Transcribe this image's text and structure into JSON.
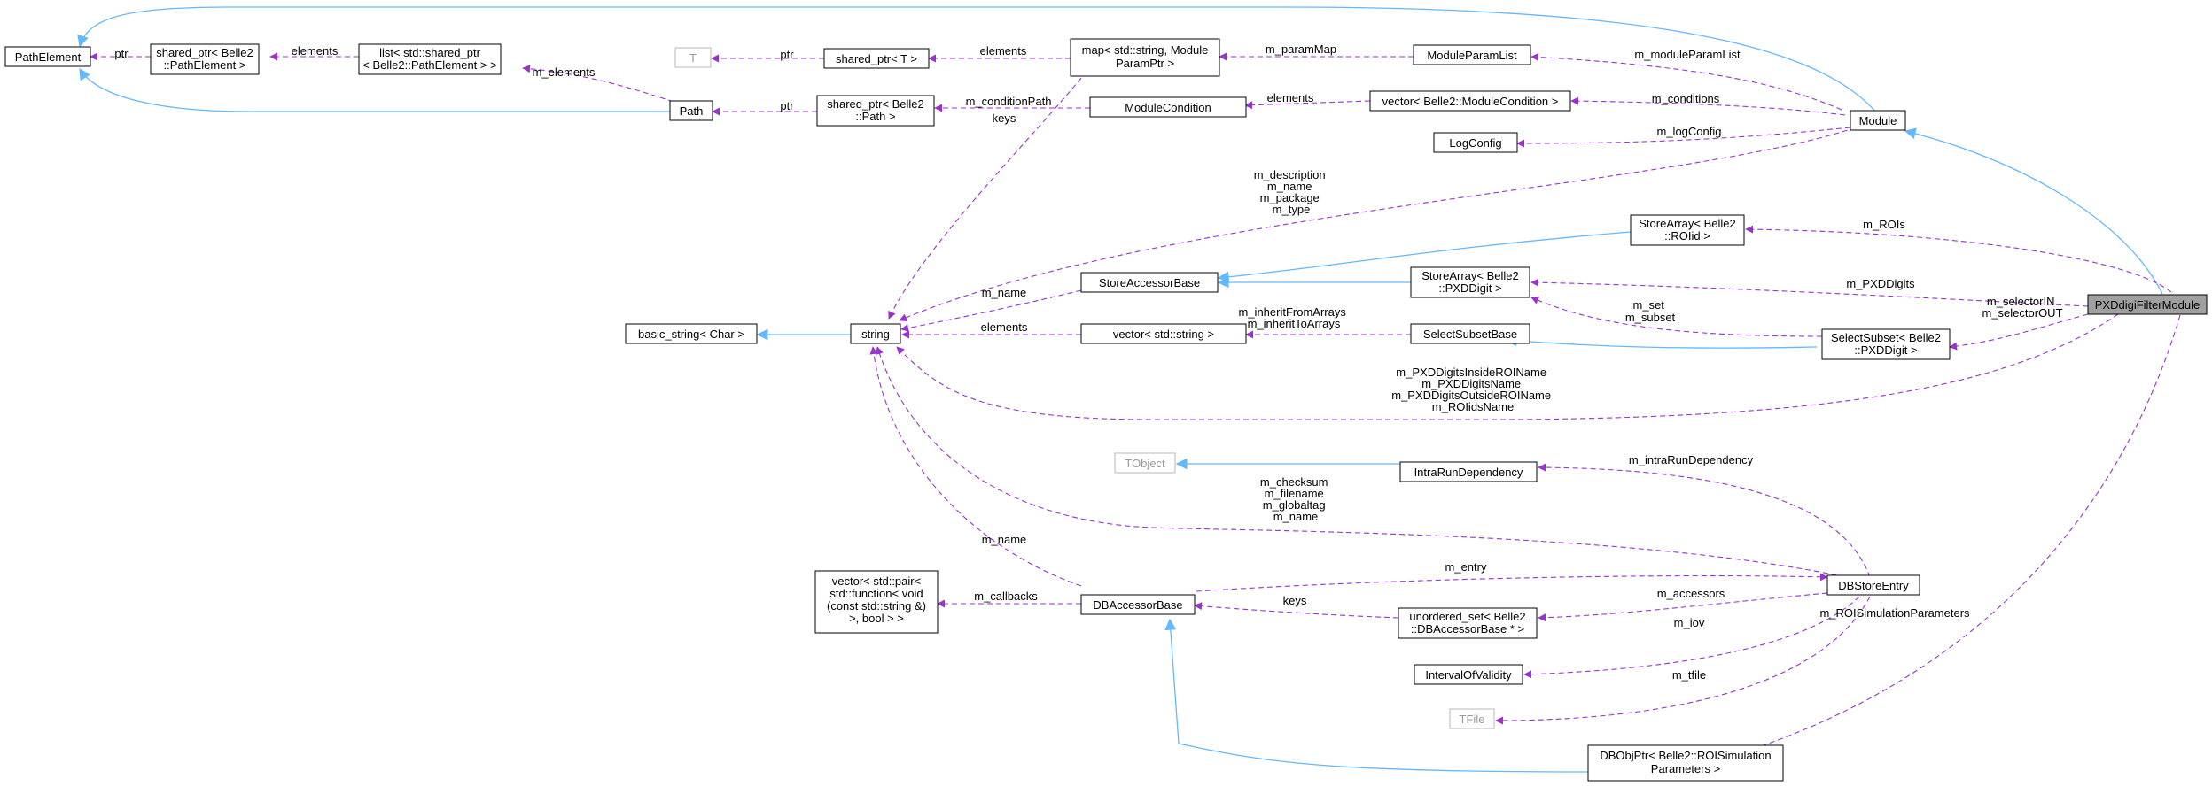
{
  "diagram": {
    "colors": {
      "usage_edge": "#9a32cd",
      "inheritance_edge": "#63b8ff",
      "highlight_fill": "#a0a0a0",
      "gray_text": "#9a9a9a"
    },
    "nodes": [
      {
        "id": "pathelement",
        "lines": [
          "PathElement"
        ]
      },
      {
        "id": "shptr_pathelement",
        "lines": [
          "shared_ptr< Belle2",
          "::PathElement >"
        ]
      },
      {
        "id": "list_shptr",
        "lines": [
          "list< std::shared_ptr",
          "< Belle2::PathElement > >"
        ]
      },
      {
        "id": "path",
        "lines": [
          "Path"
        ]
      },
      {
        "id": "t",
        "lines": [
          "T"
        ]
      },
      {
        "id": "shptr_t",
        "lines": [
          "shared_ptr< T >"
        ]
      },
      {
        "id": "map_param",
        "lines": [
          "map< std::string, Module",
          "ParamPtr >"
        ]
      },
      {
        "id": "shptr_path",
        "lines": [
          "shared_ptr< Belle2",
          "::Path >"
        ]
      },
      {
        "id": "modulecondition",
        "lines": [
          "ModuleCondition"
        ]
      },
      {
        "id": "moduleparamlist",
        "lines": [
          "ModuleParamList"
        ]
      },
      {
        "id": "vector_modcond",
        "lines": [
          "vector< Belle2::ModuleCondition >"
        ]
      },
      {
        "id": "logconfig",
        "lines": [
          "LogConfig"
        ]
      },
      {
        "id": "module",
        "lines": [
          "Module"
        ]
      },
      {
        "id": "storearray_roiid",
        "lines": [
          "StoreArray< Belle2",
          "::ROIid >"
        ]
      },
      {
        "id": "storeaccessorbase",
        "lines": [
          "StoreAccessorBase"
        ]
      },
      {
        "id": "storearray_pxddigit",
        "lines": [
          "StoreArray< Belle2",
          "::PXDDigit >"
        ]
      },
      {
        "id": "basic_string",
        "lines": [
          "basic_string< Char >"
        ]
      },
      {
        "id": "string",
        "lines": [
          "string"
        ]
      },
      {
        "id": "vector_string",
        "lines": [
          "vector< std::string >"
        ]
      },
      {
        "id": "selectsubsetbase",
        "lines": [
          "SelectSubsetBase"
        ]
      },
      {
        "id": "selectsubset",
        "lines": [
          "SelectSubset< Belle2",
          "::PXDDigit >"
        ]
      },
      {
        "id": "pxddigifiltermodule",
        "lines": [
          "PXDdigiFilterModule"
        ]
      },
      {
        "id": "tobject",
        "lines": [
          "TObject"
        ]
      },
      {
        "id": "intrarundependency",
        "lines": [
          "IntraRunDependency"
        ]
      },
      {
        "id": "vector_pair",
        "lines": [
          "vector< std::pair<",
          "std::function< void",
          "(const std::string &)",
          ">, bool > >"
        ]
      },
      {
        "id": "dbaccessorbase",
        "lines": [
          "DBAccessorBase"
        ]
      },
      {
        "id": "unordered_set",
        "lines": [
          "unordered_set< Belle2",
          "::DBAccessorBase * >"
        ]
      },
      {
        "id": "dbstoreentry",
        "lines": [
          "DBStoreEntry"
        ]
      },
      {
        "id": "intervalofvalidity",
        "lines": [
          "IntervalOfValidity"
        ]
      },
      {
        "id": "tfile",
        "lines": [
          "TFile"
        ]
      },
      {
        "id": "dbobjptr",
        "lines": [
          "DBObjPtr< Belle2::ROISimulation",
          "Parameters >"
        ]
      }
    ],
    "edges": [
      {
        "id": "pe_shptr",
        "label": [
          "ptr"
        ]
      },
      {
        "id": "shptr_list",
        "label": [
          "elements"
        ]
      },
      {
        "id": "list_path",
        "label": [
          "m_elements"
        ]
      },
      {
        "id": "t_shptrt",
        "label": [
          "ptr"
        ]
      },
      {
        "id": "shptrt_map",
        "label": [
          "elements"
        ]
      },
      {
        "id": "path_shptrpath",
        "label": [
          "ptr"
        ]
      },
      {
        "id": "shptrpath_modcond",
        "label": [
          "m_conditionPath"
        ]
      },
      {
        "id": "map_paramlist",
        "label": [
          "m_paramMap"
        ]
      },
      {
        "id": "modcond_vector",
        "label": [
          "elements"
        ]
      },
      {
        "id": "paramlist_module",
        "label": [
          "m_moduleParamList"
        ]
      },
      {
        "id": "vectormodcond_module",
        "label": [
          "m_conditions"
        ]
      },
      {
        "id": "logconfig_module",
        "label": [
          "m_logConfig"
        ]
      },
      {
        "id": "map_string",
        "label": [
          "keys"
        ]
      },
      {
        "id": "string_module",
        "label": [
          "m_description",
          "m_name",
          "m_package",
          "m_type"
        ]
      },
      {
        "id": "roiid_filter",
        "label": [
          "m_ROIs"
        ]
      },
      {
        "id": "pxddigit_filter",
        "label": [
          "m_PXDDigits"
        ]
      },
      {
        "id": "string_storeaccessor",
        "label": [
          "m_name"
        ]
      },
      {
        "id": "string_vectorstring",
        "label": [
          "elements"
        ]
      },
      {
        "id": "vectorstring_selectbase",
        "label": [
          "m_inheritFromArrays",
          "m_inheritToArrays"
        ]
      },
      {
        "id": "pxddigit_selectsubset",
        "label": [
          "m_set",
          "m_subset"
        ]
      },
      {
        "id": "selectsubset_filter",
        "label": [
          "m_selectorIN",
          "m_selectorOUT"
        ]
      },
      {
        "id": "string_filter",
        "label": [
          "m_PXDDigitsInsideROIName",
          "m_PXDDigitsName",
          "m_PXDDigitsOutsideROIName",
          "m_ROIidsName"
        ]
      },
      {
        "id": "intrarun_dbstore",
        "label": [
          "m_intraRunDependency"
        ]
      },
      {
        "id": "string_dbstore",
        "label": [
          "m_checksum",
          "m_filename",
          "m_globaltag",
          "m_name"
        ]
      },
      {
        "id": "string_dbaccessor",
        "label": [
          "m_name"
        ]
      },
      {
        "id": "vectorpair_dbaccessor",
        "label": [
          "m_callbacks"
        ]
      },
      {
        "id": "dbaccessor_dbstore",
        "label": [
          "m_entry"
        ]
      },
      {
        "id": "dbaccessor_unordered",
        "label": [
          "keys"
        ]
      },
      {
        "id": "unordered_dbstore",
        "label": [
          "m_accessors"
        ]
      },
      {
        "id": "iov_dbstore",
        "label": [
          "m_iov"
        ]
      },
      {
        "id": "tfile_dbstore",
        "label": [
          "m_tfile"
        ]
      },
      {
        "id": "dbobjptr_filter",
        "label": [
          "m_ROISimulationParameters"
        ]
      }
    ]
  }
}
